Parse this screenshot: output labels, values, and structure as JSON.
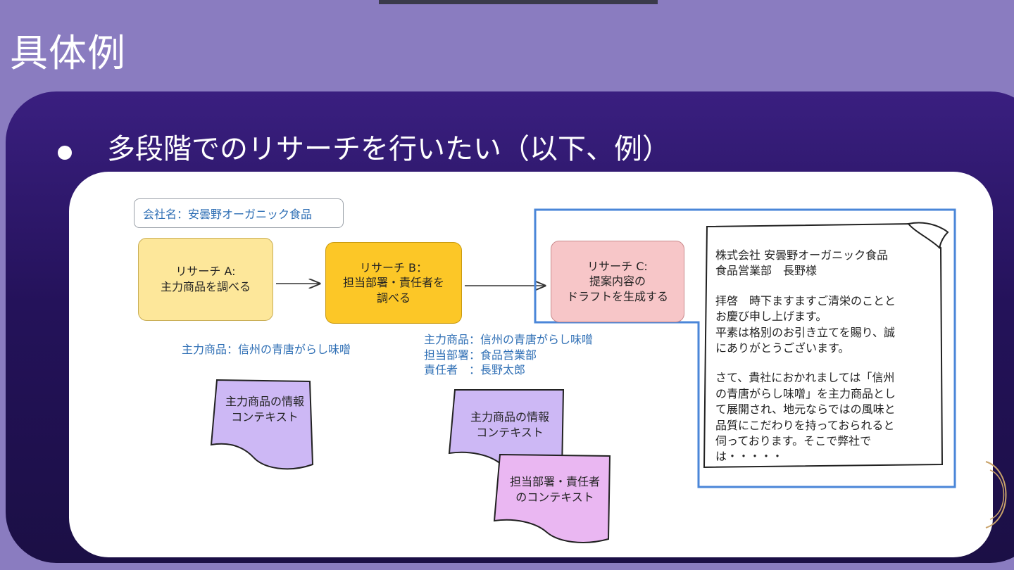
{
  "slide": {
    "title": "具体例",
    "bullet": "多段階でのリサーチを行いたい（以下、例）"
  },
  "diagram": {
    "company_tag": "会社名：安曇野オーガニック食品",
    "research_a": {
      "line1": "リサーチ A:",
      "line2": "主力商品を調べる"
    },
    "research_b": {
      "line1": "リサーチ B：",
      "line2": "担当部署・責任者を",
      "line3": "調べる"
    },
    "research_c": {
      "line1": "リサーチ C:",
      "line2": "提案内容の",
      "line3": "ドラフトを生成する"
    },
    "note_a": "主力商品：信州の青唐がらし味噌",
    "note_b": {
      "line1": "主力商品：信州の青唐がらし味噌",
      "line2": "担当部署：食品営業部",
      "line3": "責任者　：長野太郎"
    },
    "doc_a": {
      "line1": "主力商品の情報",
      "line2": "コンテキスト"
    },
    "doc_b1": {
      "line1": "主力商品の情報",
      "line2": "コンテキスト"
    },
    "doc_b2": {
      "line1": "担当部署・責任者",
      "line2": "のコンテキスト"
    },
    "letter": {
      "p1": [
        "株式会社 安曇野オーガニック食品",
        "食品営業部　長野様"
      ],
      "p2": [
        "拝啓　時下ますますご清栄のことと",
        "お慶び申し上げます。",
        "平素は格別のお引き立てを賜り、誠",
        "にありがとうございます。"
      ],
      "p3": [
        "さて、貴社におかれましては「信州",
        "の青唐がらし味噌」を主力商品とし",
        "て展開され、地元ならではの風味と",
        "品質にこだわりを持っておられると",
        "伺っております。そこで弊社で",
        "は・・・・・"
      ]
    }
  },
  "colors": {
    "slide_bg": "#8a7cc0",
    "panel_dark": "#24125a",
    "box_a": "#fde79a",
    "box_b": "#fcc727",
    "box_c": "#f7c6c8",
    "doc_purple": "#cdb8f5",
    "doc_pink": "#eab7f2",
    "frame_blue": "#4a86d8",
    "note_blue": "#2f6fb5"
  }
}
